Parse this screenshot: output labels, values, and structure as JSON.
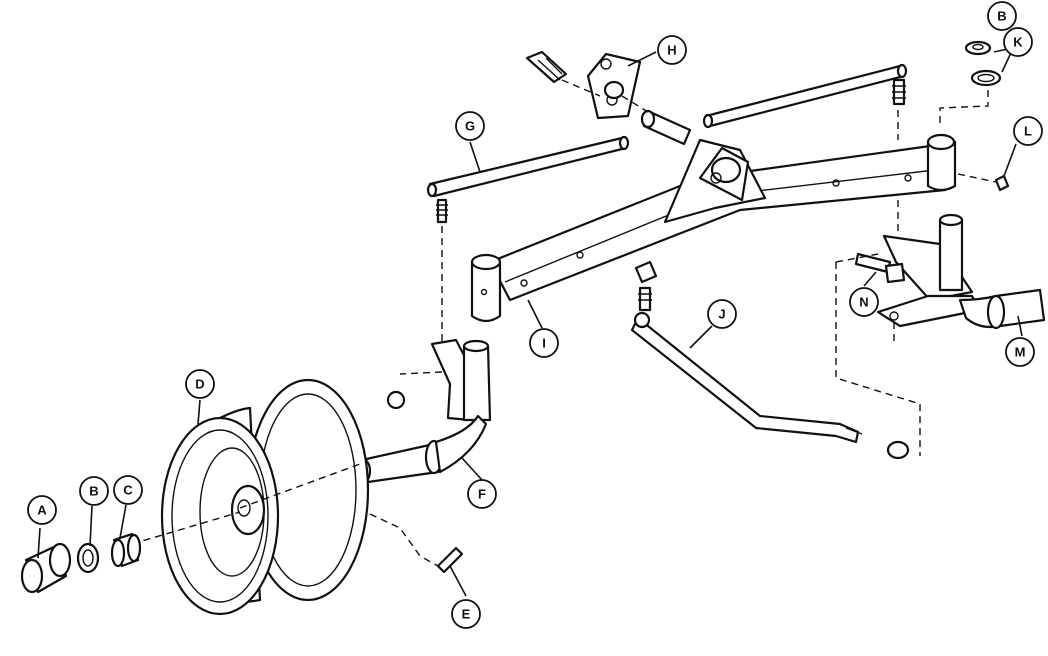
{
  "callouts": [
    {
      "id": "A",
      "label": "A"
    },
    {
      "id": "B1",
      "label": "B"
    },
    {
      "id": "C",
      "label": "C"
    },
    {
      "id": "D",
      "label": "D"
    },
    {
      "id": "E",
      "label": "E"
    },
    {
      "id": "F",
      "label": "F"
    },
    {
      "id": "G",
      "label": "G"
    },
    {
      "id": "H",
      "label": "H"
    },
    {
      "id": "I",
      "label": "I"
    },
    {
      "id": "J",
      "label": "J"
    },
    {
      "id": "B2",
      "label": "B"
    },
    {
      "id": "K",
      "label": "K"
    },
    {
      "id": "L",
      "label": "L"
    },
    {
      "id": "M",
      "label": "M"
    },
    {
      "id": "N",
      "label": "N"
    }
  ]
}
